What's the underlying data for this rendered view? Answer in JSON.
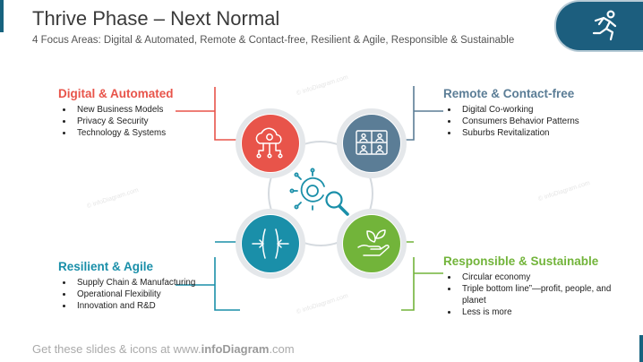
{
  "header": {
    "title": "Thrive Phase – Next Normal",
    "subtitle": "4 Focus Areas: Digital & Automated, Remote & Contact-free, Resilient & Agile, Responsible & Sustainable"
  },
  "colors": {
    "red": "#e8544a",
    "steel": "#5b7d96",
    "teal": "#1a8fa9",
    "green": "#72b43a",
    "ring": "#d2d8dd",
    "center_icon": "#1a8fa9",
    "badge": "#1c5e7e"
  },
  "areas": [
    {
      "title": "Digital & Automated",
      "color": "#e8544a",
      "icon": "cloud-gear-network-icon",
      "items": [
        "New Business Models",
        "Privacy & Security",
        "Technology & Systems"
      ]
    },
    {
      "title": "Remote & Contact-free",
      "color": "#5b7d96",
      "icon": "video-call-screen-icon",
      "items": [
        "Digital Co-working",
        "Consumers Behavior Patterns",
        "Suburbs Revitalization"
      ]
    },
    {
      "title": "Resilient & Agile",
      "color": "#1a8fa9",
      "icon": "converging-arrows-icon",
      "items": [
        "Supply Chain & Manufacturing",
        "Operational Flexibility",
        "Innovation and R&D"
      ]
    },
    {
      "title": "Responsible & Sustainable",
      "color": "#72b43a",
      "icon": "hand-leaf-icon",
      "items": [
        "Circular economy",
        "Triple bottom line”—profit, people, and planet",
        "Less is more"
      ]
    }
  ],
  "center": {
    "icon": "virus-search-icon"
  },
  "badge": {
    "icon": "runner-icon"
  },
  "footer": {
    "prefix": "Get these slides & icons at www.",
    "brand": "infoDiagram",
    "suffix": ".com"
  },
  "watermark": "© infoDiagram.com"
}
